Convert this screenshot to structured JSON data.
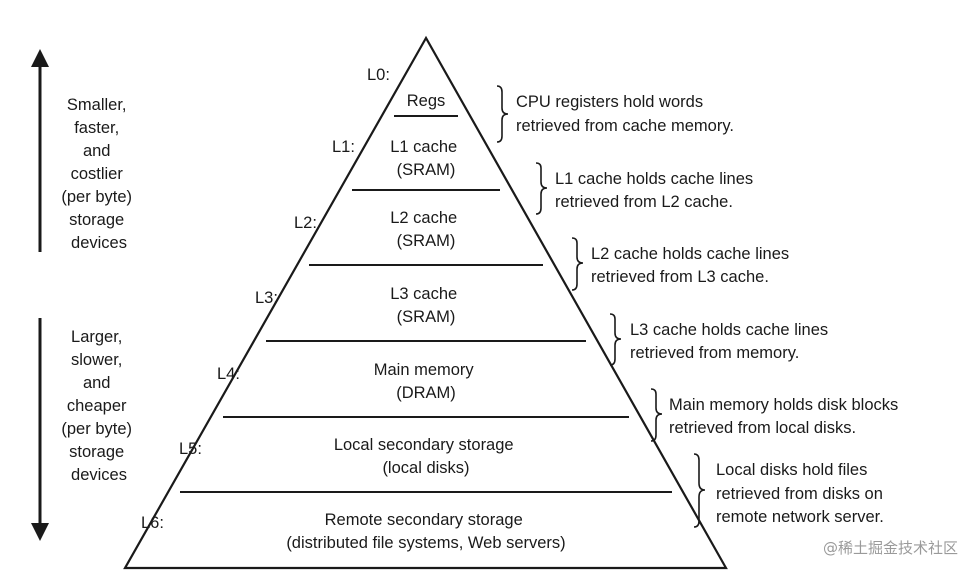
{
  "side_notes": {
    "top": [
      "Smaller,",
      "faster,",
      "and",
      "costlier",
      "(per byte)",
      "storage",
      "devices"
    ],
    "bottom": [
      "Larger,",
      "slower,",
      "and",
      "cheaper",
      "(per byte)",
      "storage",
      "devices"
    ]
  },
  "levels": [
    {
      "label": "L0:",
      "lines": [
        "Regs"
      ],
      "note": [
        "CPU registers hold words",
        "retrieved from cache memory."
      ]
    },
    {
      "label": "L1:",
      "lines": [
        "L1 cache",
        "(SRAM)"
      ],
      "note": [
        "L1 cache holds cache lines",
        "retrieved from L2 cache."
      ]
    },
    {
      "label": "L2:",
      "lines": [
        "L2 cache",
        "(SRAM)"
      ],
      "note": [
        "L2 cache holds cache lines",
        "retrieved from L3 cache."
      ]
    },
    {
      "label": "L3:",
      "lines": [
        "L3 cache",
        "(SRAM)"
      ],
      "note": [
        "L3 cache holds cache lines",
        "retrieved from memory."
      ]
    },
    {
      "label": "L4:",
      "lines": [
        "Main memory",
        "(DRAM)"
      ],
      "note": [
        "Main memory holds disk blocks",
        "retrieved from local disks."
      ]
    },
    {
      "label": "L5:",
      "lines": [
        "Local secondary storage",
        "(local disks)"
      ],
      "note": [
        "Local disks hold files",
        "retrieved from disks on",
        "remote network server."
      ]
    },
    {
      "label": "L6:",
      "lines": [
        "Remote secondary storage",
        "(distributed file systems, Web servers)"
      ],
      "note": []
    }
  ],
  "watermark": "@稀土掘金技术社区"
}
